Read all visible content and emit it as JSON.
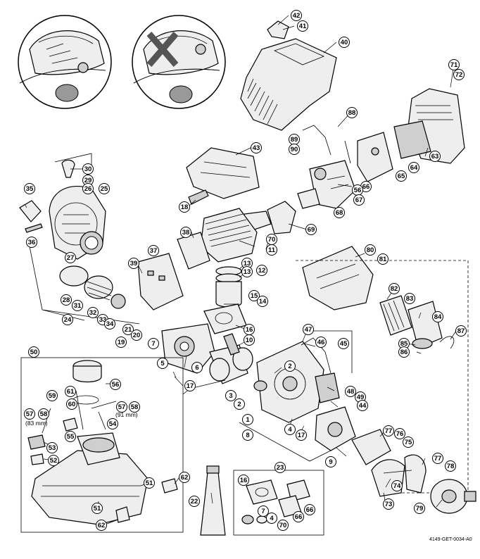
{
  "callouts": [
    {
      "n": "42"
    },
    {
      "n": "41"
    },
    {
      "n": "40"
    },
    {
      "n": "71"
    },
    {
      "n": "72"
    },
    {
      "n": "88"
    },
    {
      "n": "89"
    },
    {
      "n": "90"
    },
    {
      "n": "43"
    },
    {
      "n": "63"
    },
    {
      "n": "64"
    },
    {
      "n": "65"
    },
    {
      "n": "30"
    },
    {
      "n": "29"
    },
    {
      "n": "26"
    },
    {
      "n": "25"
    },
    {
      "n": "35"
    },
    {
      "n": "66"
    },
    {
      "n": "56"
    },
    {
      "n": "67"
    },
    {
      "n": "68"
    },
    {
      "n": "18"
    },
    {
      "n": "36"
    },
    {
      "n": "69"
    },
    {
      "n": "27"
    },
    {
      "n": "38"
    },
    {
      "n": "70"
    },
    {
      "n": "37"
    },
    {
      "n": "11"
    },
    {
      "n": "39"
    },
    {
      "n": "13"
    },
    {
      "n": "13"
    },
    {
      "n": "12"
    },
    {
      "n": "80"
    },
    {
      "n": "81"
    },
    {
      "n": "28"
    },
    {
      "n": "31"
    },
    {
      "n": "32"
    },
    {
      "n": "33"
    },
    {
      "n": "34"
    },
    {
      "n": "15"
    },
    {
      "n": "14"
    },
    {
      "n": "82"
    },
    {
      "n": "83"
    },
    {
      "n": "24"
    },
    {
      "n": "21"
    },
    {
      "n": "20"
    },
    {
      "n": "19"
    },
    {
      "n": "7"
    },
    {
      "n": "16"
    },
    {
      "n": "10"
    },
    {
      "n": "84"
    },
    {
      "n": "47"
    },
    {
      "n": "46"
    },
    {
      "n": "45"
    },
    {
      "n": "87"
    },
    {
      "n": "85"
    },
    {
      "n": "86"
    },
    {
      "n": "50"
    },
    {
      "n": "5"
    },
    {
      "n": "6"
    },
    {
      "n": "2"
    },
    {
      "n": "17"
    },
    {
      "n": "61"
    },
    {
      "n": "56"
    },
    {
      "n": "59"
    },
    {
      "n": "60"
    },
    {
      "n": "57"
    },
    {
      "n": "58"
    },
    {
      "n": "57"
    },
    {
      "n": "58"
    },
    {
      "n": "3"
    },
    {
      "n": "2"
    },
    {
      "n": "48"
    },
    {
      "n": "49"
    },
    {
      "n": "44"
    },
    {
      "n": "54"
    },
    {
      "n": "1"
    },
    {
      "n": "55"
    },
    {
      "n": "4"
    },
    {
      "n": "17"
    },
    {
      "n": "8"
    },
    {
      "n": "77"
    },
    {
      "n": "76"
    },
    {
      "n": "75"
    },
    {
      "n": "53"
    },
    {
      "n": "9"
    },
    {
      "n": "52"
    },
    {
      "n": "23"
    },
    {
      "n": "77"
    },
    {
      "n": "78"
    },
    {
      "n": "62"
    },
    {
      "n": "16"
    },
    {
      "n": "74"
    },
    {
      "n": "51"
    },
    {
      "n": "22"
    },
    {
      "n": "73"
    },
    {
      "n": "79"
    },
    {
      "n": "51"
    },
    {
      "n": "7"
    },
    {
      "n": "4"
    },
    {
      "n": "66"
    },
    {
      "n": "66"
    },
    {
      "n": "70"
    },
    {
      "n": "62"
    }
  ],
  "dimension_notes": {
    "left": "(83 mm)",
    "right": "(91 mm)"
  },
  "drawing_code": "4149-GET-0034-A0"
}
